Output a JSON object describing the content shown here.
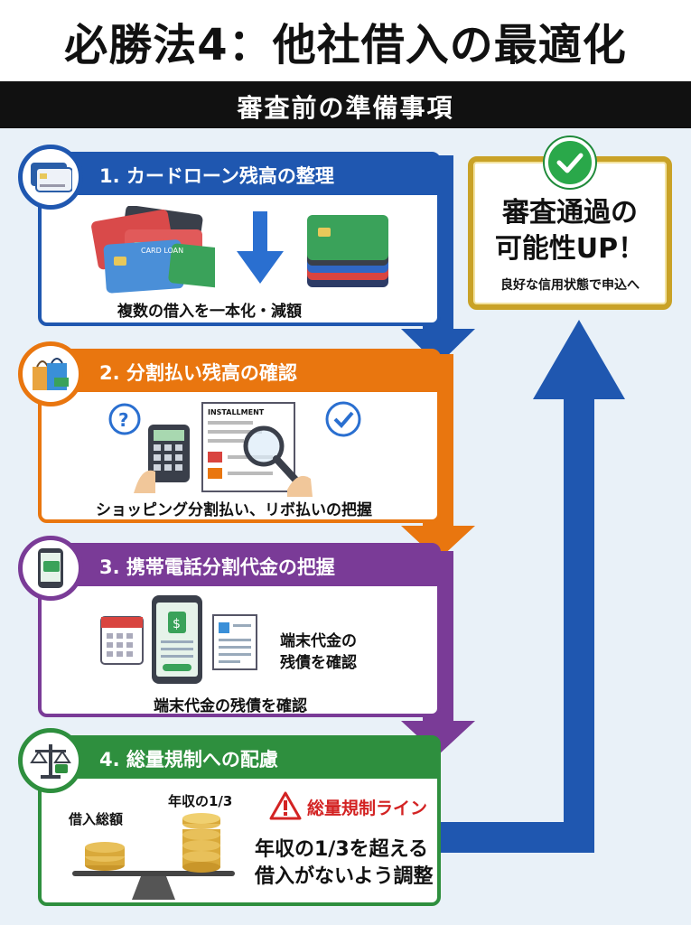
{
  "title": "必勝法4：他社借入の最適化",
  "subtitle": "審査前の準備事項",
  "colors": {
    "step1": "#1f57b0",
    "step2": "#e9760f",
    "step3": "#7a3b97",
    "step4": "#2e8f3e",
    "gold": "#c9a227",
    "check": "#2aa84a",
    "warning": "#d32323"
  },
  "steps": [
    {
      "heading": "1. カードローン残高の整理",
      "caption": "複数の借入を一本化・減額",
      "card_label": "CARD LOAN",
      "icons": [
        "credit-cards-icon",
        "down-arrow-icon",
        "card-stack-icon"
      ]
    },
    {
      "heading": "2. 分割払い残高の確認",
      "caption": "ショッピング分割払い、リボ払いの把握",
      "doc_label": "INSTALLMENT",
      "icons": [
        "shopping-bags-icon",
        "question-bubble-icon",
        "calculator-icon",
        "magnifier-icon",
        "check-bubble-icon"
      ]
    },
    {
      "heading": "3. 携帯電話分割代金の把握",
      "note": "端末代金の\n残債を確認",
      "note_line1": "端末代金の",
      "note_line2": "残債を確認",
      "caption": "端末代金の残債を確認",
      "icons": [
        "smartphone-icon",
        "calendar-icon",
        "invoice-icon"
      ]
    },
    {
      "heading": "4. 総量規制への配慮",
      "left_label": "借入総額",
      "right_label": "年収の1/3",
      "warning_label": "総量規制ライン",
      "statement_line1": "年収の1/3を超える",
      "statement_line2": "借入がないよう調整",
      "icons": [
        "scale-icon",
        "warning-icon",
        "coin-stack-icon"
      ]
    }
  ],
  "result": {
    "line1": "審査通過の",
    "line2": "可能性UP！",
    "sub": "良好な信用状態で申込へ"
  }
}
